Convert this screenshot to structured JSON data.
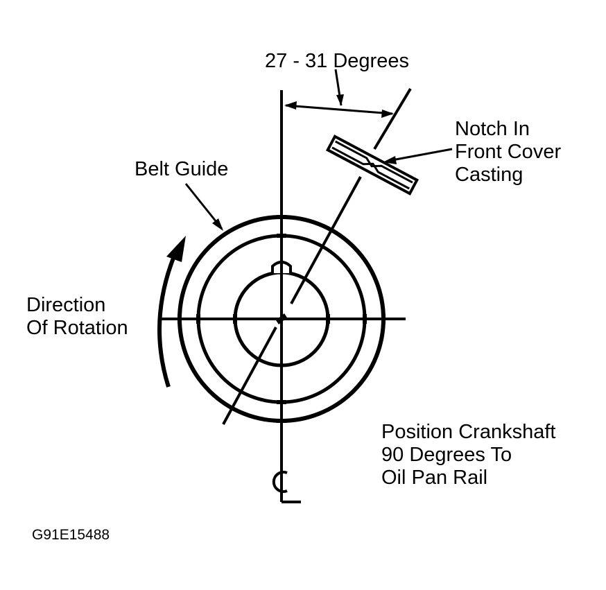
{
  "labels": {
    "angle": "27 - 31 Degrees",
    "notch_line1": "Notch In",
    "notch_line2": "Front Cover",
    "notch_line3": "Casting",
    "belt_guide": "Belt Guide",
    "rotation_line1": "Direction",
    "rotation_line2": "Of Rotation",
    "position_line1": "Position Crankshaft",
    "position_line2": "90 Degrees To",
    "position_line3": "Oil Pan Rail",
    "figure_id": "G91E15488"
  },
  "colors": {
    "ink": "#000000",
    "background": "#ffffff"
  },
  "symbols": {
    "centerline": "centerline-symbol"
  }
}
